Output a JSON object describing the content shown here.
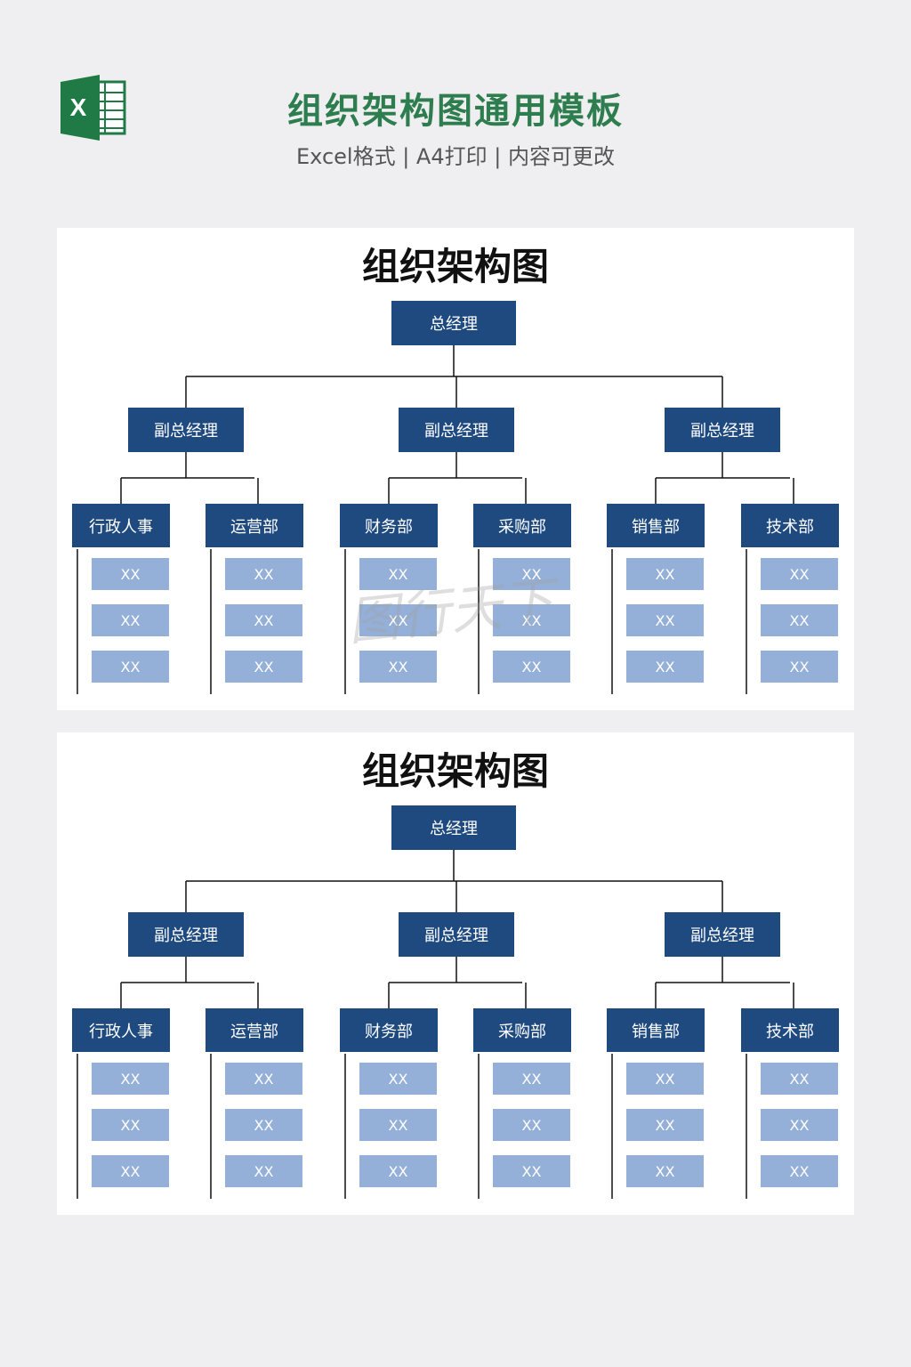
{
  "header": {
    "title": "组织架构图通用模板",
    "subtitle": "Excel格式 | A4打印 | 内容可更改",
    "logo_letter": "X",
    "logo_icon": "excel-icon"
  },
  "watermark": "图行天下",
  "colors": {
    "header_title": "#2e7d4f",
    "dark_box": "#1f4a80",
    "light_box": "#94b0d8",
    "background": "#efeff1"
  },
  "sheets": [
    {
      "title": "组织架构图",
      "root": "总经理",
      "vps": [
        {
          "label": "副总经理",
          "depts": [
            {
              "label": "行政人事",
              "items": [
                "XX",
                "XX",
                "XX"
              ]
            },
            {
              "label": "运营部",
              "items": [
                "XX",
                "XX",
                "XX"
              ]
            }
          ]
        },
        {
          "label": "副总经理",
          "depts": [
            {
              "label": "财务部",
              "items": [
                "XX",
                "XX",
                "XX"
              ]
            },
            {
              "label": "采购部",
              "items": [
                "XX",
                "XX",
                "XX"
              ]
            }
          ]
        },
        {
          "label": "副总经理",
          "depts": [
            {
              "label": "销售部",
              "items": [
                "XX",
                "XX",
                "XX"
              ]
            },
            {
              "label": "技术部",
              "items": [
                "XX",
                "XX",
                "XX"
              ]
            }
          ]
        }
      ]
    },
    {
      "title": "组织架构图",
      "root": "总经理",
      "vps": [
        {
          "label": "副总经理",
          "depts": [
            {
              "label": "行政人事",
              "items": [
                "XX",
                "XX",
                "XX"
              ]
            },
            {
              "label": "运营部",
              "items": [
                "XX",
                "XX",
                "XX"
              ]
            }
          ]
        },
        {
          "label": "副总经理",
          "depts": [
            {
              "label": "财务部",
              "items": [
                "XX",
                "XX",
                "XX"
              ]
            },
            {
              "label": "采购部",
              "items": [
                "XX",
                "XX",
                "XX"
              ]
            }
          ]
        },
        {
          "label": "副总经理",
          "depts": [
            {
              "label": "销售部",
              "items": [
                "XX",
                "XX",
                "XX"
              ]
            },
            {
              "label": "技术部",
              "items": [
                "XX",
                "XX",
                "XX"
              ]
            }
          ]
        }
      ]
    }
  ]
}
